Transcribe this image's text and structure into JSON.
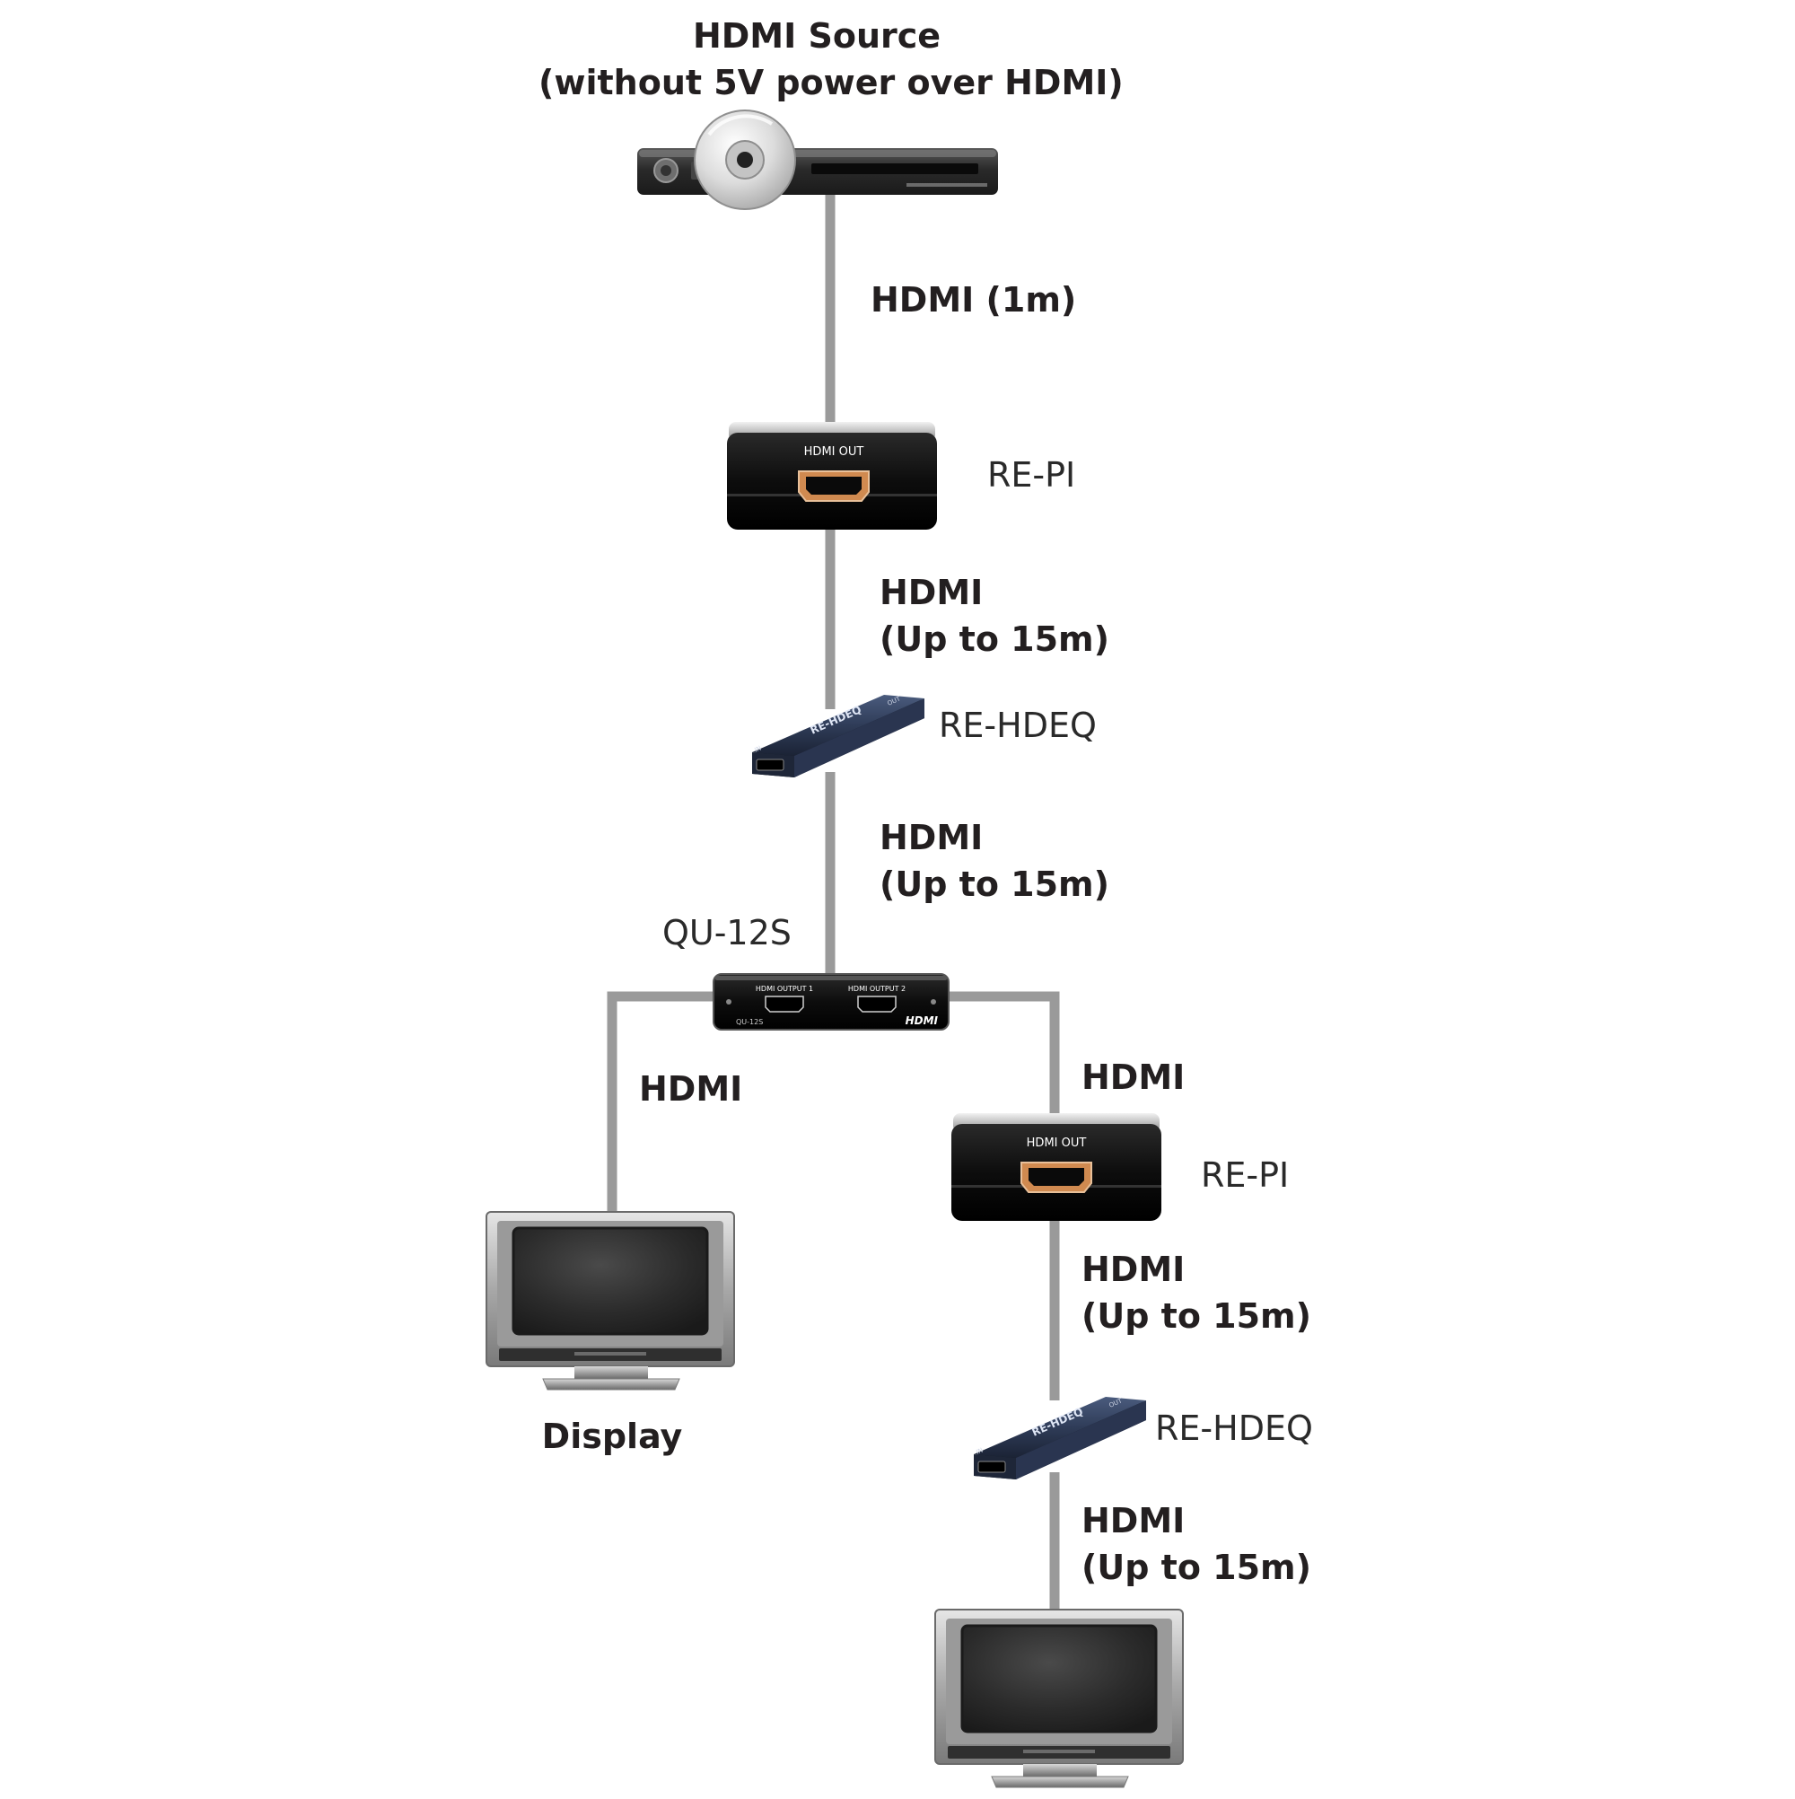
{
  "source": {
    "title_line1": "HDMI Source",
    "title_line2": "(without 5V power over HDMI)"
  },
  "cables": {
    "c1": "HDMI (1m)",
    "c2_line1": "HDMI",
    "c2_line2": "(Up to 15m)",
    "c3_line1": "HDMI",
    "c3_line2": "(Up to 15m)",
    "c4": "HDMI",
    "c5": "HDMI",
    "c6_line1": "HDMI",
    "c6_line2": "(Up to 15m)",
    "c7_line1": "HDMI",
    "c7_line2": "(Up to 15m)"
  },
  "devices": {
    "re_pi_1": {
      "name": "RE-PI",
      "port_label": "HDMI OUT"
    },
    "re_hdeq_1": {
      "name": "RE-HDEQ",
      "body_label": "RE-HDEQ",
      "in_label": "IN",
      "out_label": "OUT"
    },
    "qu12s": {
      "name": "QU-12S",
      "out1_label": "HDMI OUTPUT 1",
      "out2_label": "HDMI OUTPUT 2",
      "model_label": "QU-12S",
      "logo": "HDMI"
    },
    "re_pi_2": {
      "name": "RE-PI",
      "port_label": "HDMI OUT"
    },
    "re_hdeq_2": {
      "name": "RE-HDEQ",
      "body_label": "RE-HDEQ",
      "in_label": "IN",
      "out_label": "OUT"
    }
  },
  "display_1": {
    "label": "Display"
  },
  "colors": {
    "cable": "#9a9a9a",
    "text": "#231f20",
    "device_dark": "#111111",
    "equalizer_blue": "#3a4a6a"
  },
  "icons": [
    "dvd-player-icon",
    "disc-icon",
    "hdmi-port-icon",
    "monitor-icon"
  ]
}
